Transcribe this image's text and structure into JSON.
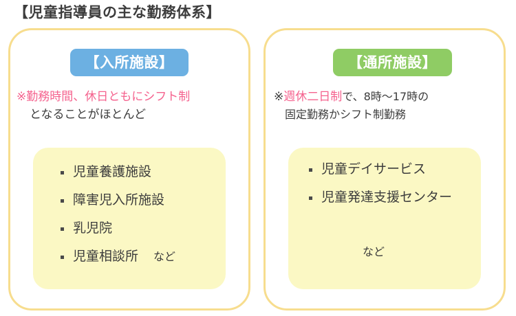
{
  "title": "【児童指導員の主な勤務体系】",
  "colors": {
    "card_border": "#f7dd8e",
    "inner_box": "#fbf8c4",
    "badge_residential": "#6cb0e2",
    "badge_day": "#8fcc64",
    "highlight_pink": "#f5628e",
    "text": "#3c3c3c"
  },
  "cards": [
    {
      "badge": "【入所施設】",
      "note": {
        "mark": "※",
        "mark_pink": true,
        "line1_highlight": "勤務時間、休日ともにシフト制",
        "line1_rest": "",
        "line2": "となることがほとんど"
      },
      "items": [
        "児童養護施設",
        "障害児入所施設",
        "乳児院",
        "児童相談所"
      ],
      "etc": "など",
      "etc_position": "inline"
    },
    {
      "badge": "【通所施設】",
      "note": {
        "mark": "※",
        "mark_pink": false,
        "line1_highlight": "週休二日制",
        "line1_rest": "で、8時〜17時の",
        "line2": "固定勤務かシフト制勤務"
      },
      "items": [
        "児童デイサービス",
        "児童発達支援センター"
      ],
      "etc": "など",
      "etc_position": "block"
    }
  ]
}
